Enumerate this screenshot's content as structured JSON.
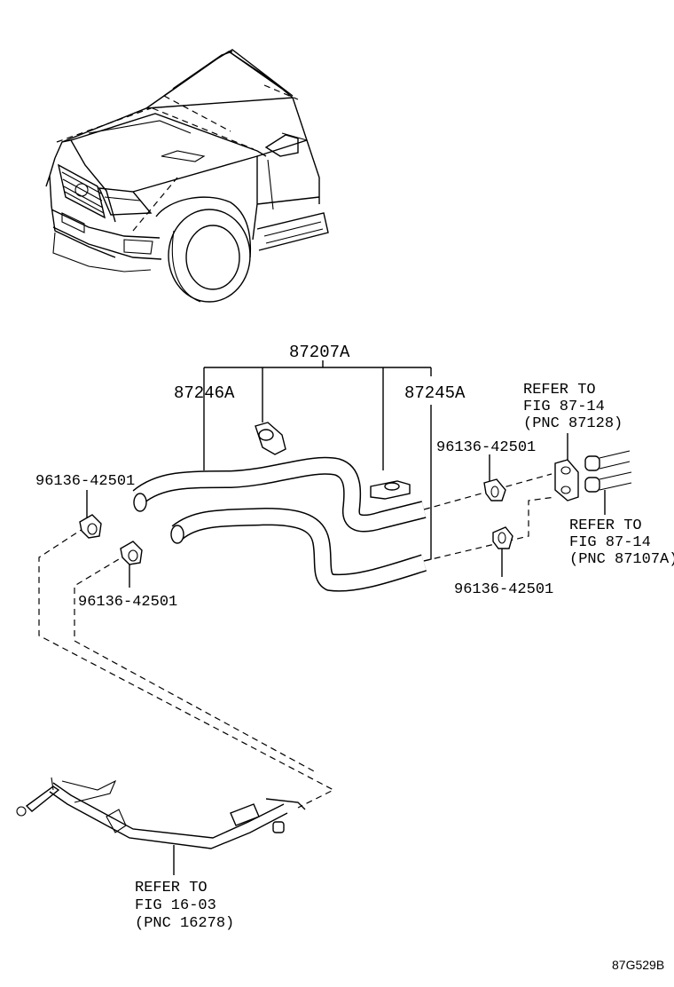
{
  "diagram": {
    "assembly_code": "87207A",
    "parts": {
      "hose_left": "87246A",
      "hose_right": "87245A",
      "clamp_upper_left": "96136-42501",
      "clamp_lower_left": "96136-42501",
      "clamp_upper_right": "96136-42501",
      "clamp_lower_right": "96136-42501"
    },
    "references": {
      "upper_right": {
        "line1": "REFER TO",
        "line2": "FIG 87-14",
        "line3": "(PNC 87128)"
      },
      "lower_right": {
        "line1": "REFER TO",
        "line2": "FIG 87-14",
        "line3": "(PNC 87107A)"
      },
      "bottom": {
        "line1": "REFER TO",
        "line2": "FIG 16-03",
        "line3": "(PNC 16278)"
      }
    },
    "figure_code": "87G529B"
  }
}
